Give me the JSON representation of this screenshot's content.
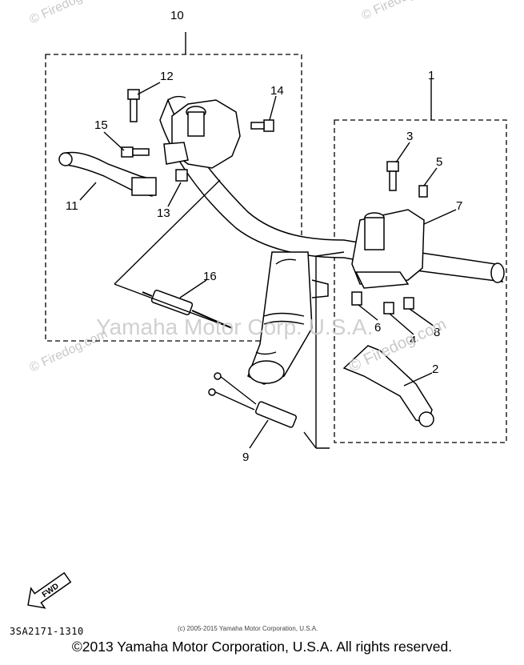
{
  "callouts": {
    "c1": "1",
    "c2": "2",
    "c3": "3",
    "c4": "4",
    "c5": "5",
    "c6": "6",
    "c7": "7",
    "c8": "8",
    "c9": "9",
    "c10": "10",
    "c11": "11",
    "c12": "12",
    "c13": "13",
    "c14": "14",
    "c15": "15",
    "c16": "16"
  },
  "watermarks": {
    "center": "Yamaha Motor Corp. U.S.A.",
    "firedog": "© Firedog.com"
  },
  "fwd_label": "FWD",
  "diagram_code": "3SA2171-1310",
  "small_copyright": "(c) 2005-2015 Yamaha Motor Corporation, U.S.A.",
  "footer_copyright": "©2013 Yamaha Motor Corporation, U.S.A. All rights reserved."
}
